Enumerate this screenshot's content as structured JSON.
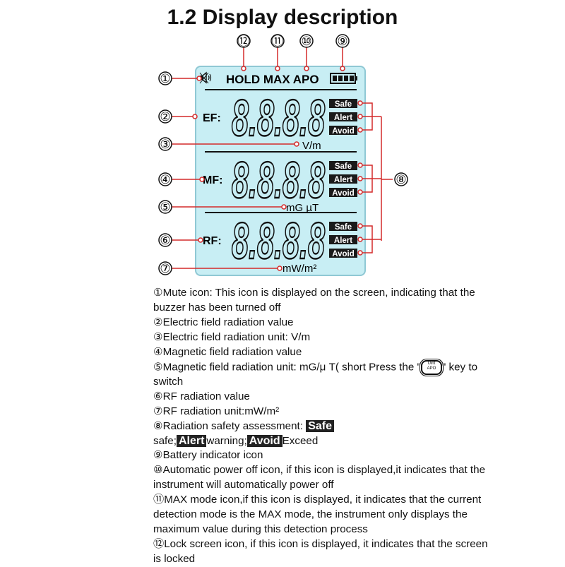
{
  "title": "1.2 Display description",
  "colors": {
    "lcd": "#c8eef4",
    "callout": "#d42a2a",
    "badge": "#1a1a1a"
  },
  "lcd": {
    "mute_icon": "mute-speaker-icon",
    "top_labels": "HOLD MAX APO",
    "battery_icon": "battery-full-icon",
    "rows": [
      {
        "label": "EF:",
        "digits": "8.8.8.8",
        "unit": "V/m"
      },
      {
        "label": "MF:",
        "digits": "8.8.8.8",
        "unit": "mG µT"
      },
      {
        "label": "RF:",
        "digits": "8.8.8.8",
        "unit": "mW/m²"
      }
    ],
    "badges": [
      "Safe",
      "Alert",
      "Avoid"
    ]
  },
  "callouts": [
    "①",
    "②",
    "③",
    "④",
    "⑤",
    "⑥",
    "⑦",
    "⑧",
    "⑨",
    "⑩",
    "⑪",
    "⑫"
  ],
  "desc": {
    "l1": "①Mute icon: This icon is displayed on the screen, indicating that the buzzer has been turned off",
    "l2": "②Electric field radiation value",
    "l3": "③Electric field radiation unit: V/m",
    "l4": "④Magnetic field radiation value",
    "l5a": "⑤Magnetic field radiation unit: mG/μ T( short Press the \"",
    "key_top": "Uint",
    "key_bottom": "APO",
    "l5b": "\" key to switch",
    "l6": "⑥RF radiation value",
    "l7": "⑦RF radiation unit:mW/m²",
    "l8a": "⑧Radiation safety assessment: ",
    "safe": "Safe",
    "safe_t": " safe;",
    "alert": "Alert",
    "alert_t": "warning;",
    "avoid": "Avoid",
    "avoid_t": "Exceed",
    "l9": "⑨Battery indicator icon",
    "l10": "⑩Automatic power off icon, if this icon is displayed,it indicates that the instrument will automatically power off",
    "l11": "⑪MAX mode icon,if this icon is displayed, it indicates that the current detection mode is the MAX mode, the instrument only displays the maximum value during this detection process",
    "l12": "⑫Lock screen icon, if this icon is displayed, it indicates that the screen is locked"
  }
}
